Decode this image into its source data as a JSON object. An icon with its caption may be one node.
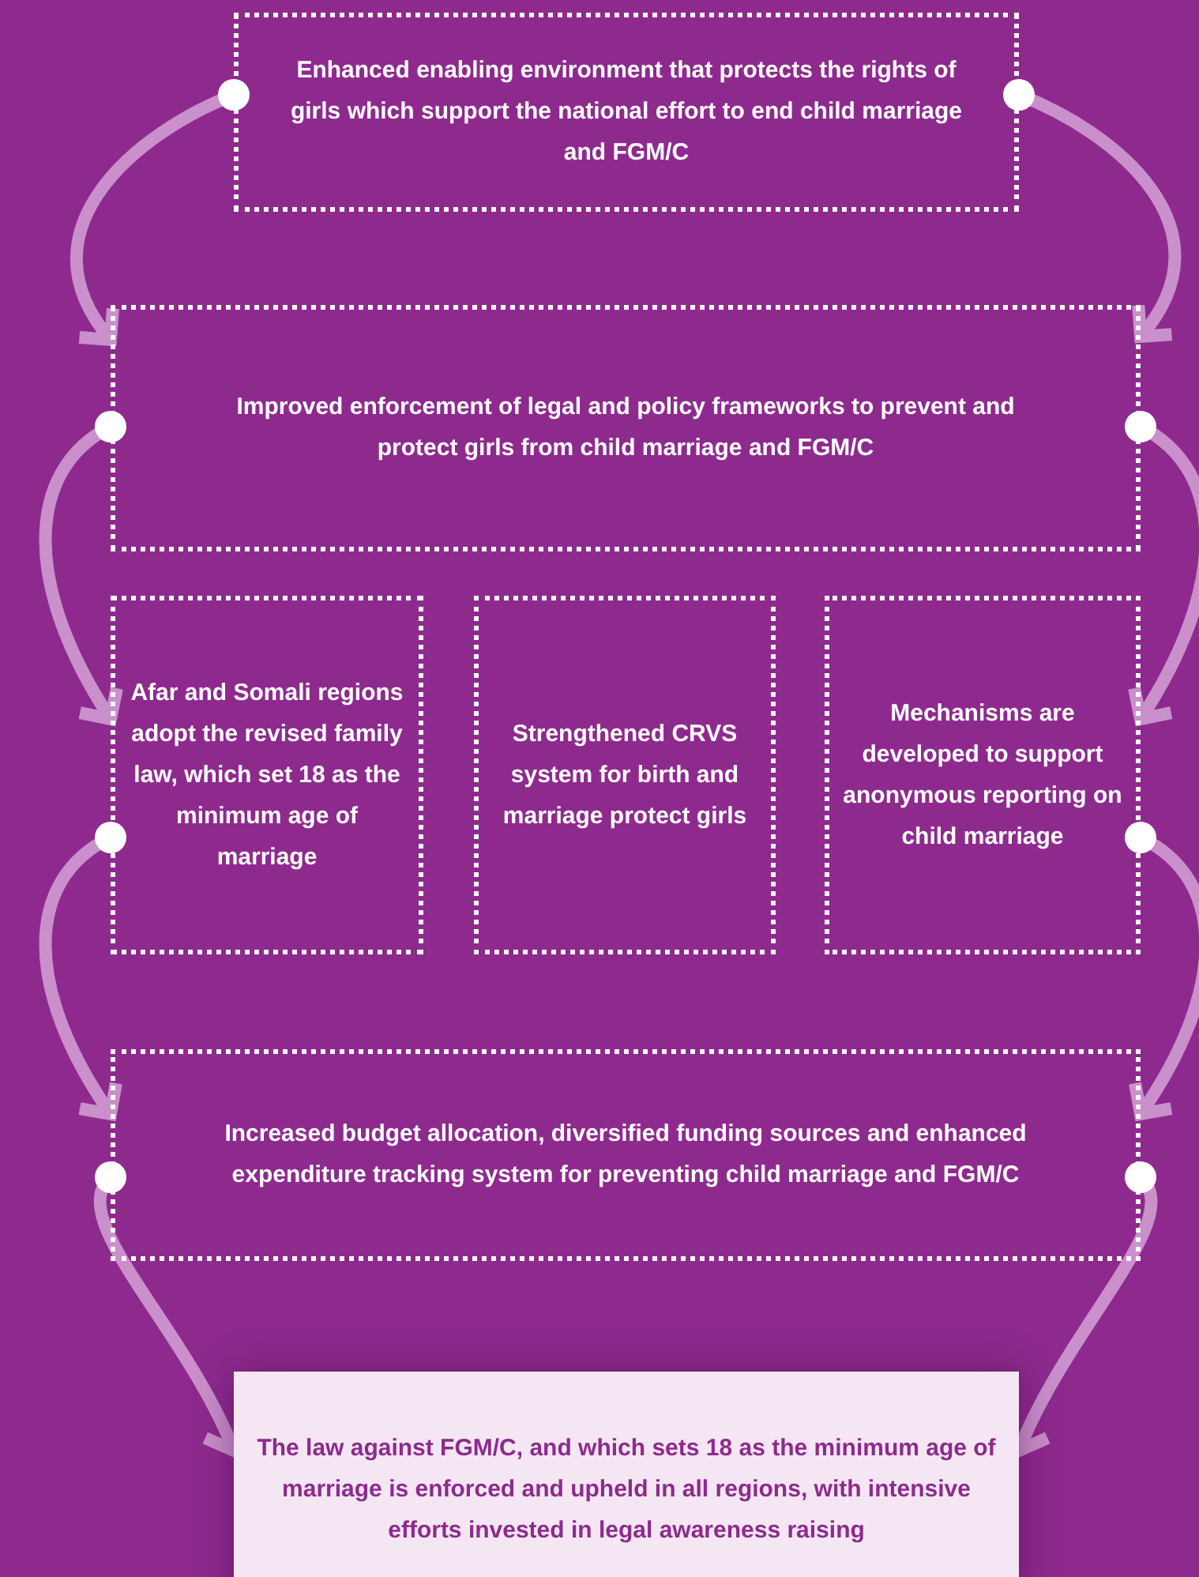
{
  "diagram": {
    "nodes": [
      {
        "text": [
          "Enhanced enabling environment that protects the rights of girls which support the national effort to end child marriage and FGM/C"
        ]
      },
      {
        "text": [
          "Improved enforcement of legal and policy frameworks to prevent and protect girls from child marriage and FGM/C"
        ]
      },
      {
        "text": [
          "Afar and Somali regions adopt the revised family law, which set 18 as the minimum age of marriage"
        ]
      },
      {
        "text": [
          "Strengthened CRVS system for birth and marriage protect girls"
        ]
      },
      {
        "text": [
          "Mechanisms are developed to support anonymous reporting on child marriage"
        ]
      },
      {
        "text": [
          "Increased budget allocation, diversified funding sources and enhanced expenditure tracking system for preventing child marriage and FGM/C"
        ]
      },
      {
        "text": [
          "The law against FGM/C, and which sets 18 as the minimum age of marriage is enforced and upheld in all regions, with intensive efforts invested in legal awareness raising"
        ]
      }
    ],
    "edges": [
      {
        "from": 0,
        "to": 1,
        "arrow": "to"
      },
      {
        "from": 0,
        "to": 1,
        "arrow": "to"
      },
      {
        "from": 1,
        "to": 2,
        "arrow": "to"
      },
      {
        "from": 1,
        "to": 4,
        "arrow": "to"
      },
      {
        "from": 2,
        "to": 5,
        "arrow": "to"
      },
      {
        "from": 4,
        "to": 5,
        "arrow": "to"
      },
      {
        "from": 5,
        "to": 6,
        "arrow": "to"
      },
      {
        "from": 5,
        "to": 6,
        "arrow": "to"
      }
    ]
  }
}
